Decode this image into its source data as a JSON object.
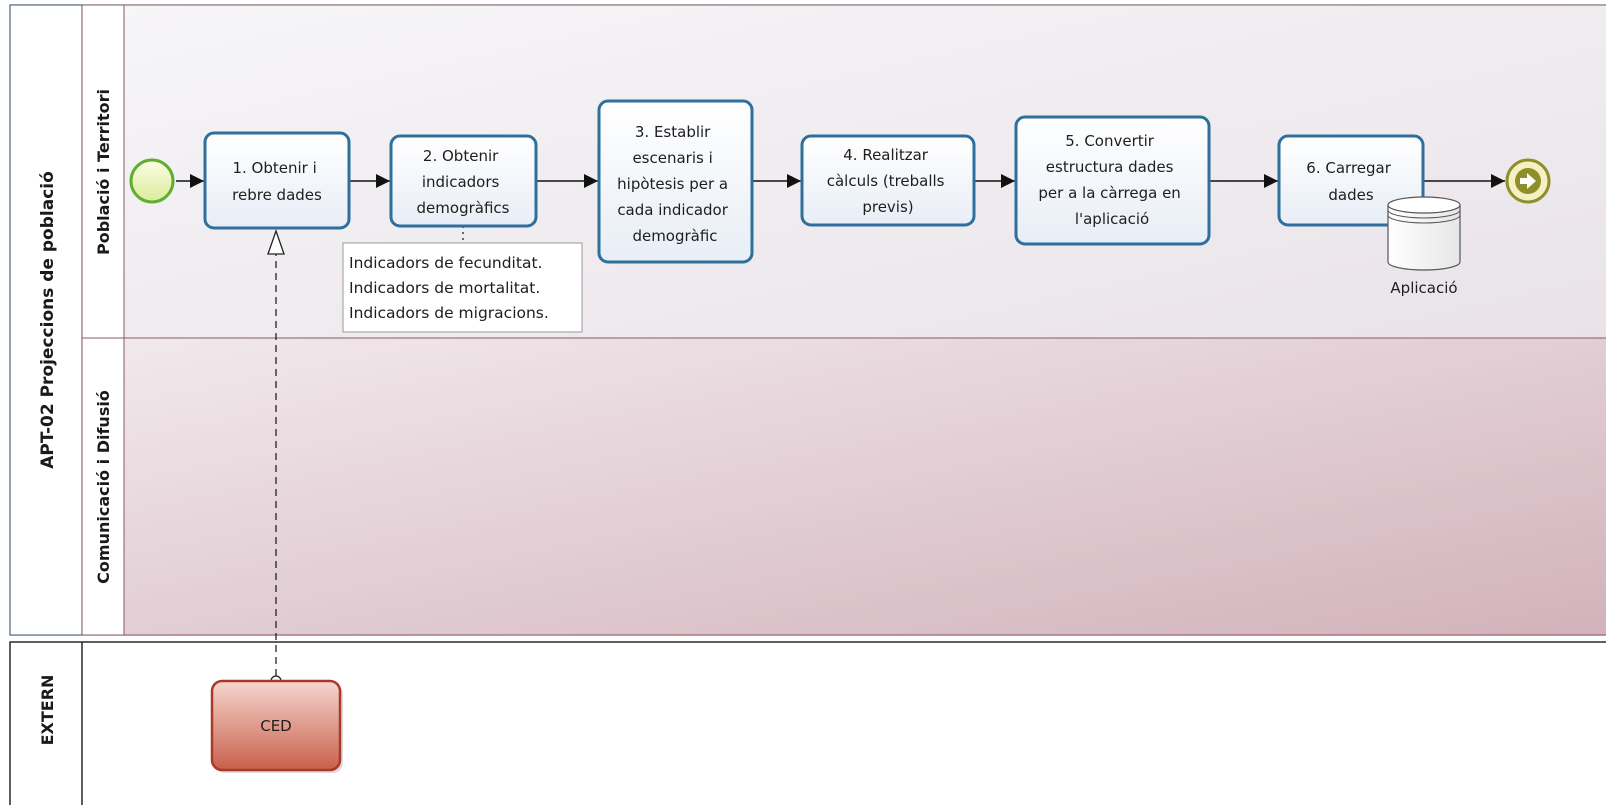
{
  "pool": {
    "title": "APT-02 Projeccions de població",
    "lanes": [
      {
        "label": "Població i Territori"
      },
      {
        "label": "Comunicació i Difusió"
      }
    ]
  },
  "external_pool": {
    "title": "EXTERN",
    "participant": "CED"
  },
  "tasks": [
    {
      "id": "t1",
      "lines": [
        "1. Obtenir i",
        "rebre dades"
      ]
    },
    {
      "id": "t2",
      "lines": [
        "2. Obtenir",
        "indicadors",
        "demogràfics"
      ]
    },
    {
      "id": "t3",
      "lines": [
        "3. Establir",
        "escenaris i",
        "hipòtesis per a",
        "cada indicador",
        "demogràfic"
      ]
    },
    {
      "id": "t4",
      "lines": [
        "4. Realitzar",
        "càlculs (treballs",
        "previs)"
      ]
    },
    {
      "id": "t5",
      "lines": [
        "5. Convertir",
        "estructura dades",
        "per a la càrrega en",
        "l'aplicació"
      ]
    },
    {
      "id": "t6",
      "lines": [
        "6. Carregar",
        "dades"
      ]
    }
  ],
  "annotation": {
    "lines": [
      "Indicadors de fecunditat.",
      "Indicadors de mortalitat.",
      "Indicadors de migracions."
    ]
  },
  "data_store": {
    "label": "Aplicació"
  },
  "colors": {
    "task_border": "#2e6f9e",
    "start_event": "#5fae2e",
    "end_event": "#8f8f2a",
    "participant": "#a83a2c",
    "lane_border": "#8a5a66"
  }
}
